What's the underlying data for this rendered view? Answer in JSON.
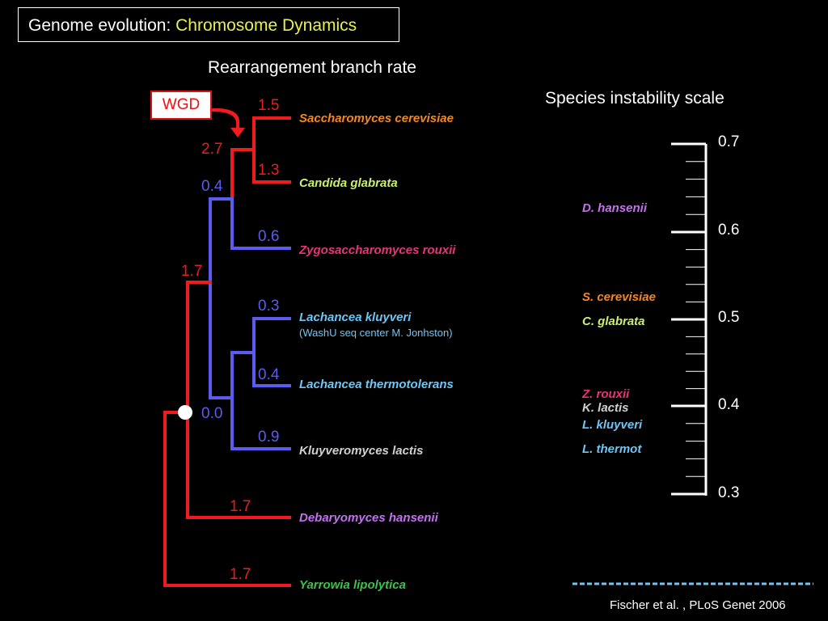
{
  "title": {
    "prefix": "Genome evolution: ",
    "accent": "Chromosome Dynamics"
  },
  "branch_heading": "Rearrangement branch rate",
  "scale_heading": "Species instability scale",
  "wgd_label": "WGD",
  "colors": {
    "red": "#ee1c1c",
    "blue": "#5b5bf0",
    "orange": "#f5871f",
    "lime": "#c8f06e",
    "pink": "#e8347a",
    "lightblue": "#6ec6f5",
    "gray": "#d0d0d0",
    "purple": "#c470f0",
    "green": "#3cc24a"
  },
  "rates": {
    "cerevisiae": "1.5",
    "wgd_node": "2.7",
    "glabrata": "1.3",
    "post_wgd": "0.4",
    "rouxii": "0.6",
    "node_1_7": "1.7",
    "kluyveri": "0.3",
    "thermotolerans": "0.4",
    "root": "0.0",
    "lactis": "0.9",
    "hansenii": "1.7",
    "lipolytica": "1.7"
  },
  "species": {
    "cerevisiae": "Saccharomyces cerevisiae",
    "glabrata": "Candida glabrata",
    "rouxii": "Zygosaccharomyces rouxii",
    "kluyveri": "Lachancea kluyveri",
    "kluyveri_note": "(WashU seq center M. Jonhston)",
    "thermotolerans": "Lachancea thermotolerans",
    "lactis": "Kluyveromyces lactis",
    "hansenii": "Debaryomyces hansenii",
    "lipolytica": "Yarrowia lipolytica"
  },
  "scale": {
    "ticks": [
      "0.7",
      "0.6",
      "0.5",
      "0.4",
      "0.3"
    ],
    "species": {
      "hansenii": "D. hansenii",
      "cerevisiae": "S. cerevisiae",
      "glabrata": "C. glabrata",
      "rouxii": "Z. rouxii",
      "lactis": "K. lactis",
      "kluyveri": "L. kluyveri",
      "thermot": "L. thermot"
    }
  },
  "citation": "Fischer et al. , PLoS Genet 2006"
}
